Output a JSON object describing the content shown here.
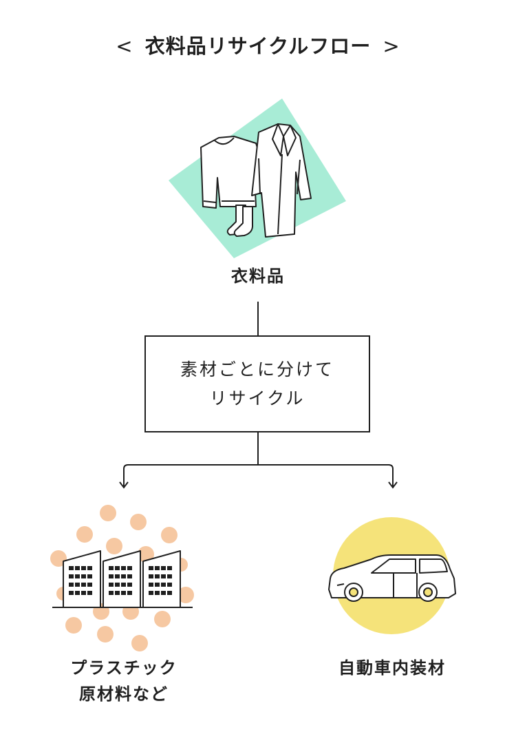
{
  "title": {
    "text": "衣料品リサイクルフロー",
    "left_bracket": "<",
    "right_bracket": ">"
  },
  "source": {
    "label": "衣料品"
  },
  "process": {
    "line1": "素材ごとに分けて",
    "line2": "リサイクル"
  },
  "outputs": [
    {
      "line1": "プラスチック",
      "line2": "原材料など"
    },
    {
      "line1": "自動車内装材"
    }
  ],
  "colors": {
    "mint": "#a8ecd6",
    "peach": "#f6c8a2",
    "yellow": "#f5e37a",
    "line": "#1f1f1f"
  },
  "icons": [
    "sweater-icon",
    "coat-icon",
    "socks-icon",
    "factory-icon",
    "car-icon"
  ]
}
